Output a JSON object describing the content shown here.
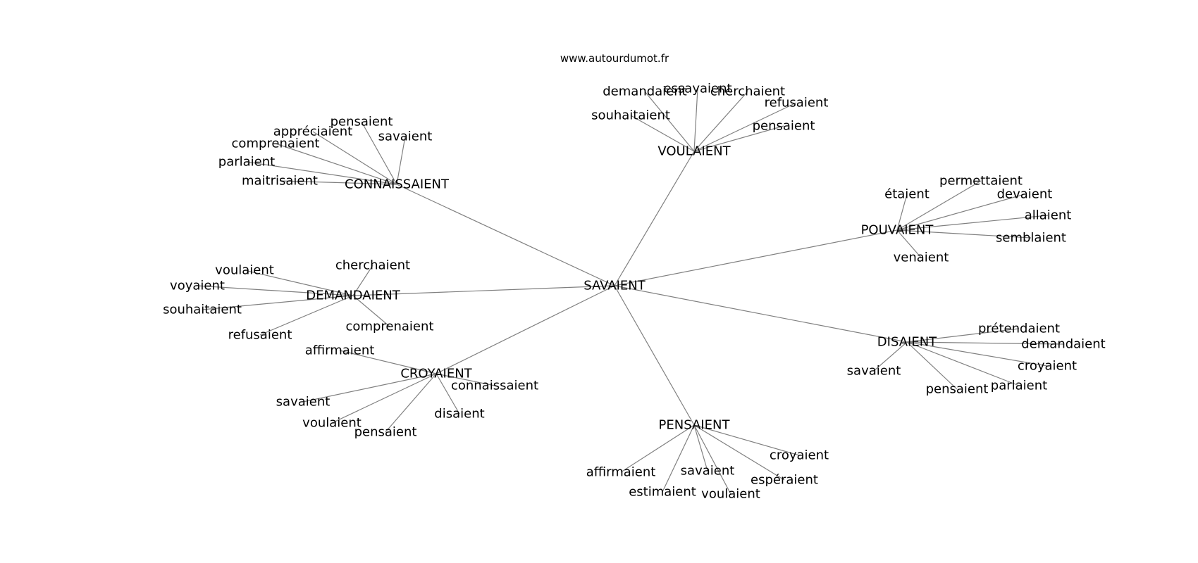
{
  "source": "www.autourdumot.fr",
  "center": "SAVAIENT",
  "clusters": [
    {
      "hub": "VOULAIENT",
      "leaves": [
        "demandaient",
        "essayaient",
        "cherchaient",
        "refusaient",
        "souhaitaient",
        "pensaient"
      ]
    },
    {
      "hub": "CONNAISSAIENT",
      "leaves": [
        "pensaient",
        "appréciaient",
        "savaient",
        "comprenaient",
        "parlaient",
        "maitrisaient"
      ]
    },
    {
      "hub": "POUVAIENT",
      "leaves": [
        "permettaient",
        "étaient",
        "devaient",
        "allaient",
        "semblaient",
        "venaient"
      ]
    },
    {
      "hub": "DEMANDAIENT",
      "leaves": [
        "voulaient",
        "cherchaient",
        "voyaient",
        "souhaitaient",
        "refusaient",
        "comprenaient"
      ]
    },
    {
      "hub": "DISAIENT",
      "leaves": [
        "prétendaient",
        "demandaient",
        "croyaient",
        "savaient",
        "pensaient",
        "parlaient"
      ]
    },
    {
      "hub": "CROYAIENT",
      "leaves": [
        "affirmaient",
        "connaissaient",
        "savaient",
        "disaient",
        "voulaient",
        "pensaient"
      ]
    },
    {
      "hub": "PENSAIENT",
      "leaves": [
        "croyaient",
        "affirmaient",
        "savaient",
        "espéraient",
        "estimaient",
        "voulaient"
      ]
    }
  ]
}
